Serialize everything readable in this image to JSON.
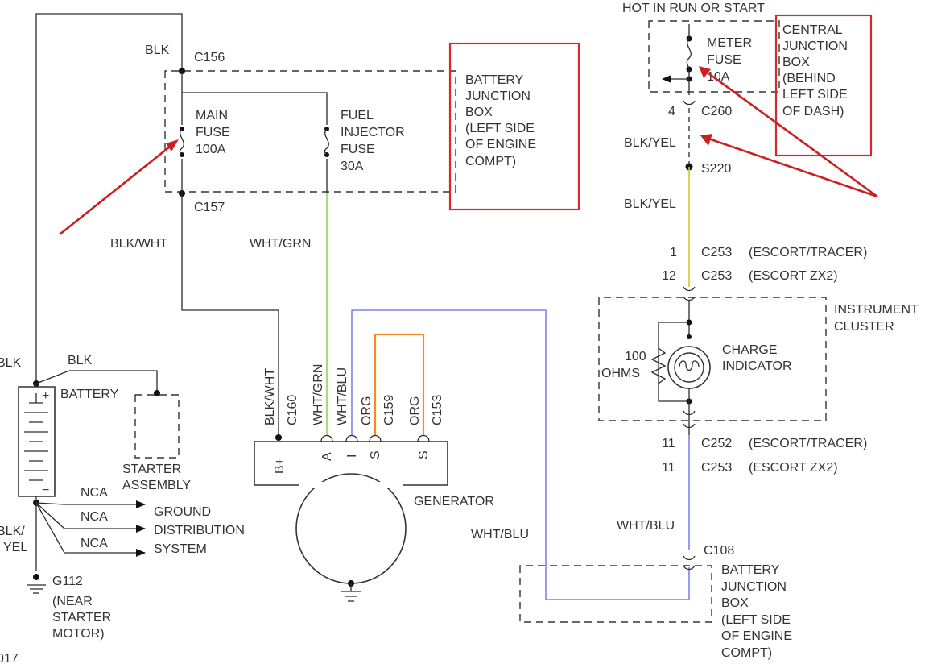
{
  "colors": {
    "wire_black": "#2a2a2a",
    "wire_green": "#8fd35a",
    "wire_blue": "#7f84e8",
    "wire_orange": "#f28a25",
    "wire_yellow": "#d4c430",
    "annotation_red": "#d22b2b"
  },
  "battery_junction_box": {
    "connectors": [
      "C156",
      "C157"
    ],
    "wire_top": "BLK",
    "main_fuse": [
      "MAIN",
      "FUSE",
      "100A"
    ],
    "fuel_fuse": [
      "FUEL",
      "INJECTOR",
      "FUSE",
      "30A"
    ],
    "box_label": [
      "BATTERY",
      "JUNCTION",
      "BOX",
      "(LEFT SIDE",
      "OF ENGINE",
      "COMPT)"
    ]
  },
  "central_junction_box": {
    "header": "HOT IN RUN OR START",
    "fuse": [
      "METER",
      "FUSE",
      "10A"
    ],
    "box_label": [
      "CENTRAL",
      "JUNCTION",
      "BOX",
      "(BEHIND",
      "LEFT SIDE",
      "OF DASH)"
    ],
    "pin": "4",
    "connector": "C260",
    "wire": "BLK/YEL",
    "splice": "S220",
    "wire2": "BLK/YEL"
  },
  "cluster_top_connectors": [
    {
      "pin": "1",
      "conn": "C253",
      "note": "(ESCORT/TRACER)"
    },
    {
      "pin": "12",
      "conn": "C253",
      "note": "(ESCORT ZX2)"
    }
  ],
  "instrument_cluster": {
    "title": [
      "INSTRUMENT",
      "CLUSTER"
    ],
    "resistor": [
      "100",
      "OHMS"
    ],
    "lamp": [
      "CHARGE",
      "INDICATOR"
    ]
  },
  "cluster_bottom_connectors": [
    {
      "pin": "11",
      "conn": "C252",
      "note": "(ESCORT/TRACER)"
    },
    {
      "pin": "11",
      "conn": "C253",
      "note": "(ESCORT ZX2)"
    }
  ],
  "lower_wire": "WHT/BLU",
  "lower_junction": {
    "connector": "C108",
    "box_label": [
      "BATTERY",
      "JUNCTION",
      "BOX",
      "(LEFT SIDE",
      "OF ENGINE",
      "COMPT)"
    ]
  },
  "generator": {
    "label": "GENERATOR",
    "wire_left": "WHT/BLU",
    "wires": [
      {
        "name": "BLK/WHT",
        "conn": "C160"
      },
      {
        "name": "WHT/GRN",
        "conn": ""
      },
      {
        "name": "WHT/BLU",
        "conn": ""
      },
      {
        "name": "ORG",
        "conn": "C159"
      },
      {
        "name": "ORG",
        "conn": "C153"
      }
    ],
    "terminals": [
      "B+",
      "A",
      "I",
      "S",
      "S"
    ]
  },
  "main_wires": {
    "blk_wht": "BLK/WHT",
    "wht_grn": "WHT/GRN"
  },
  "battery": {
    "label": "BATTERY",
    "wire_left": "BLK",
    "wire_to_starter": "BLK",
    "plus": "+",
    "minus": "−",
    "ground_wire": [
      "BLK/",
      "YEL"
    ]
  },
  "starter": [
    "STARTER",
    "ASSEMBLY"
  ],
  "ground_distribution": {
    "leads": [
      "NCA",
      "NCA",
      "NCA"
    ],
    "label": [
      "GROUND",
      "DISTRIBUTION",
      "SYSTEM"
    ]
  },
  "ground": {
    "id": "G112",
    "note": [
      "(NEAR",
      "STARTER",
      "MOTOR)"
    ]
  },
  "figure_number": "017"
}
